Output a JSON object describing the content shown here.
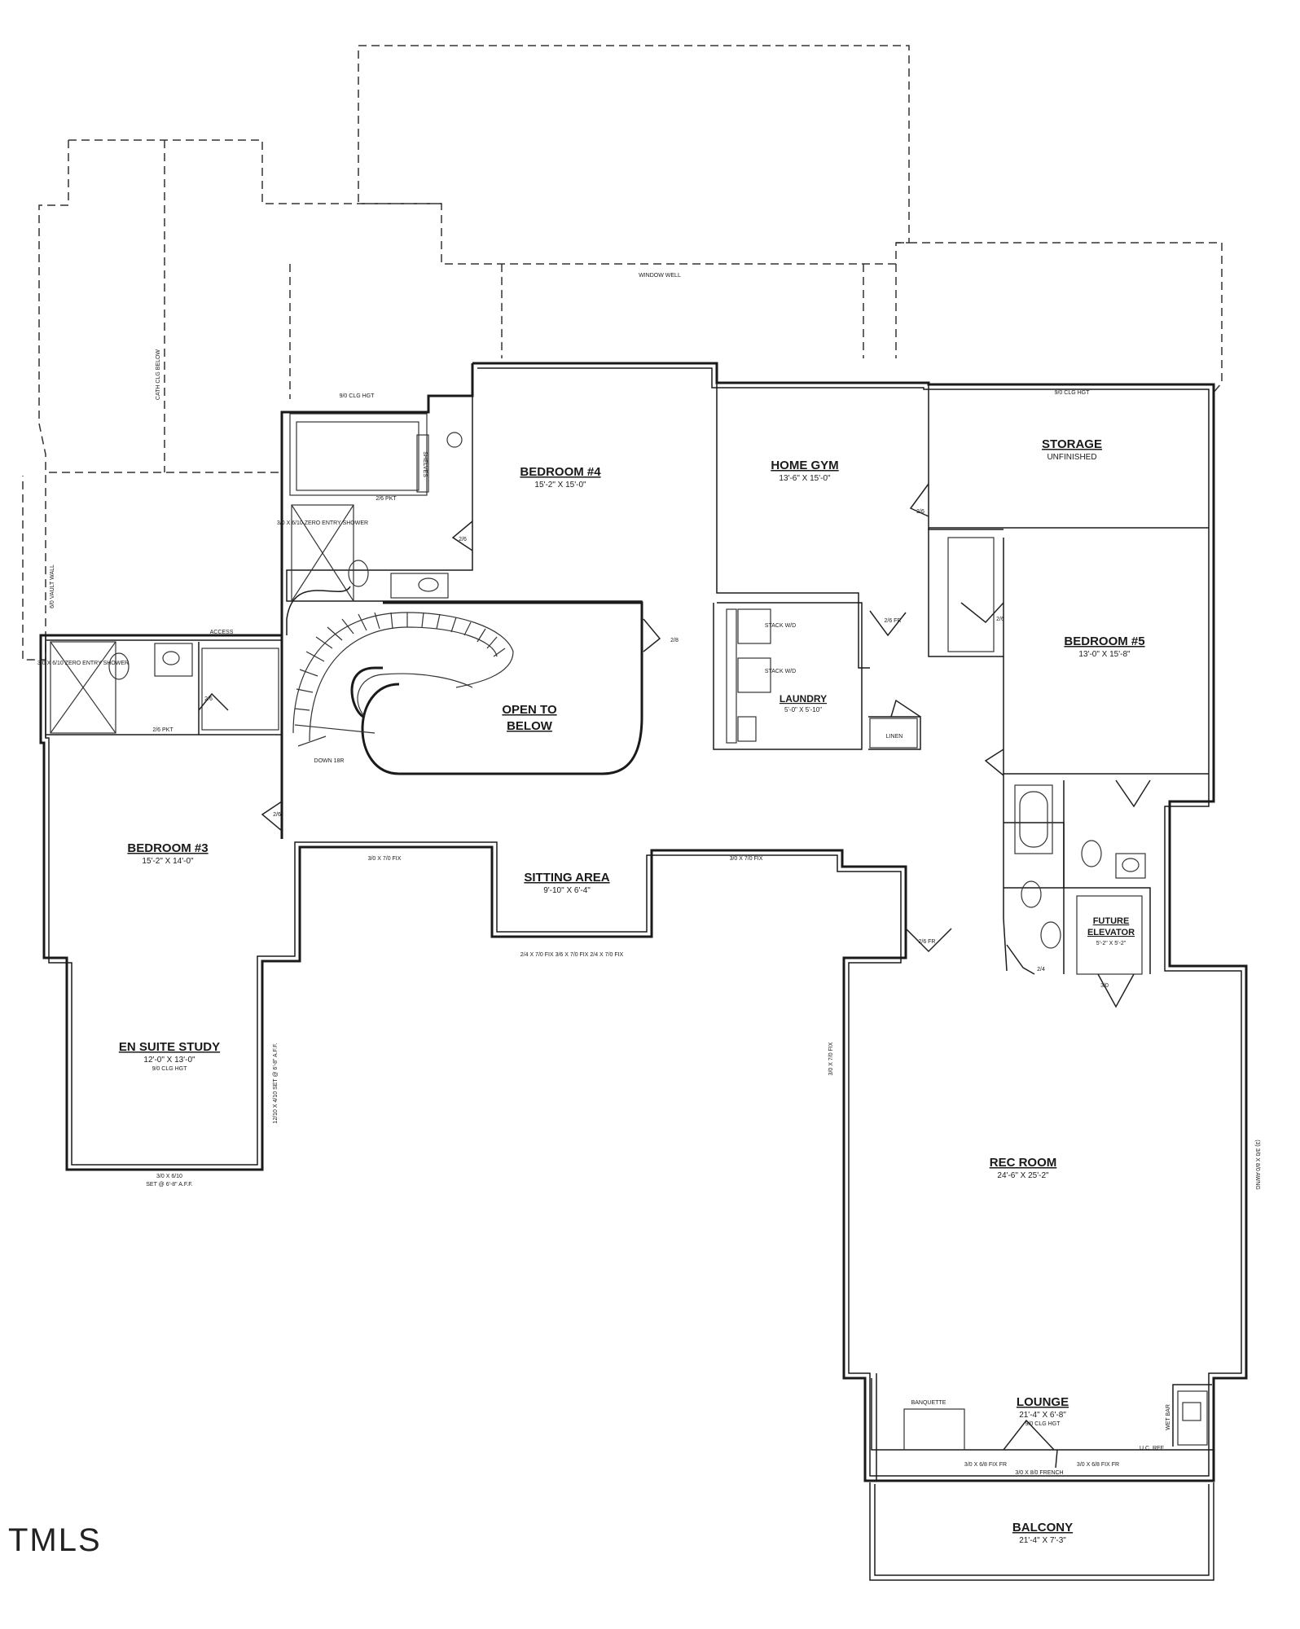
{
  "watermark": "TMLS",
  "rooms": {
    "bedroom4": {
      "name": "BEDROOM #4",
      "dims": "15'-2\" X 15'-0\""
    },
    "home_gym": {
      "name": "HOME GYM",
      "dims": "13'-6\" X 15'-0\""
    },
    "storage": {
      "name": "STORAGE",
      "dims": "UNFINISHED"
    },
    "bedroom5": {
      "name": "BEDROOM #5",
      "dims": "13'-0\" X 15'-8\""
    },
    "open_to_below": {
      "name": "OPEN TO",
      "name2": "BELOW"
    },
    "laundry": {
      "name": "LAUNDRY",
      "dims": "5'-0\" X 5'-10\""
    },
    "bedroom3": {
      "name": "BEDROOM #3",
      "dims": "15'-2\" X 14'-0\""
    },
    "sitting_area": {
      "name": "SITTING AREA",
      "dims": "9'-10\" X 6'-4\""
    },
    "en_suite_study": {
      "name": "EN SUITE STUDY",
      "dims": "12'-0\" X 13'-0\"",
      "note": "9/0 CLG HGT"
    },
    "rec_room": {
      "name": "REC ROOM",
      "dims": "24'-6\" X 25'-2\""
    },
    "future_elevator": {
      "name": "FUTURE",
      "name2": "ELEVATOR",
      "dims": "5'-2\" X 5'-2\""
    },
    "lounge": {
      "name": "LOUNGE",
      "dims": "21'-4\" X 6'-8\"",
      "note": "9/0 CLG HGT"
    },
    "balcony": {
      "name": "BALCONY",
      "dims": "21'-4\" X 7'-3\""
    }
  },
  "notes": {
    "window_well": "WINDOW WELL",
    "clg_hgt_1": "9/0 CLG HGT",
    "clg_hgt_2": "9/0 CLG HGT",
    "cath_clg": "CATH CLG BELOW",
    "vault": "6/0 VAULT WALL",
    "shelves": "SHELVES",
    "shower1": "3/0 X 6/10 ZERO ENTRY SHOWER",
    "shower2": "3/0 X 6/10 ZERO ENTRY SHOWER",
    "pkt1": "2/6 PKT",
    "pkt2": "2/6 PKT",
    "access": "ACCESS",
    "stack_wd1": "STACK W/D",
    "stack_wd2": "STACK W/D",
    "linen": "LINEN",
    "down": "DOWN 18R",
    "banquette": "BANQUETTE",
    "uc_ref": "U.C. REF",
    "wet_bar": "WET BAR",
    "french": "3/0 X 8/0 FRENCH",
    "fix_fr_left": "3/0 X 6/8 FIX FR",
    "fix_fr_right": "3/0 X 6/8 FIX FR",
    "win_sitting_left": "3/0 X 7/0 FIX",
    "win_sitting_right": "3/0 X 7/0 FIX",
    "win_bay": "2/4 X 7/0 FIX   3/6 X 7/0 FIX   2/4 X 7/0 FIX",
    "win_study_bottom": "3/0 X 6/10",
    "win_study_bottom2": "SET @ 6'-8\" A.F.F.",
    "win_study_side": "12/10 X 4/10 SET @ 6'-8\" A.F.F.",
    "rec_left_win": "3/0 X 7/0 FIX",
    "rec_right_win": "(3) 3/0 X 8/0 AWNG",
    "door_2_6": "2/6",
    "door_2_8": "2/8",
    "door_2_4": "2/4",
    "door_3_0": "3/0",
    "door_2_6fr": "2/6 FR"
  }
}
